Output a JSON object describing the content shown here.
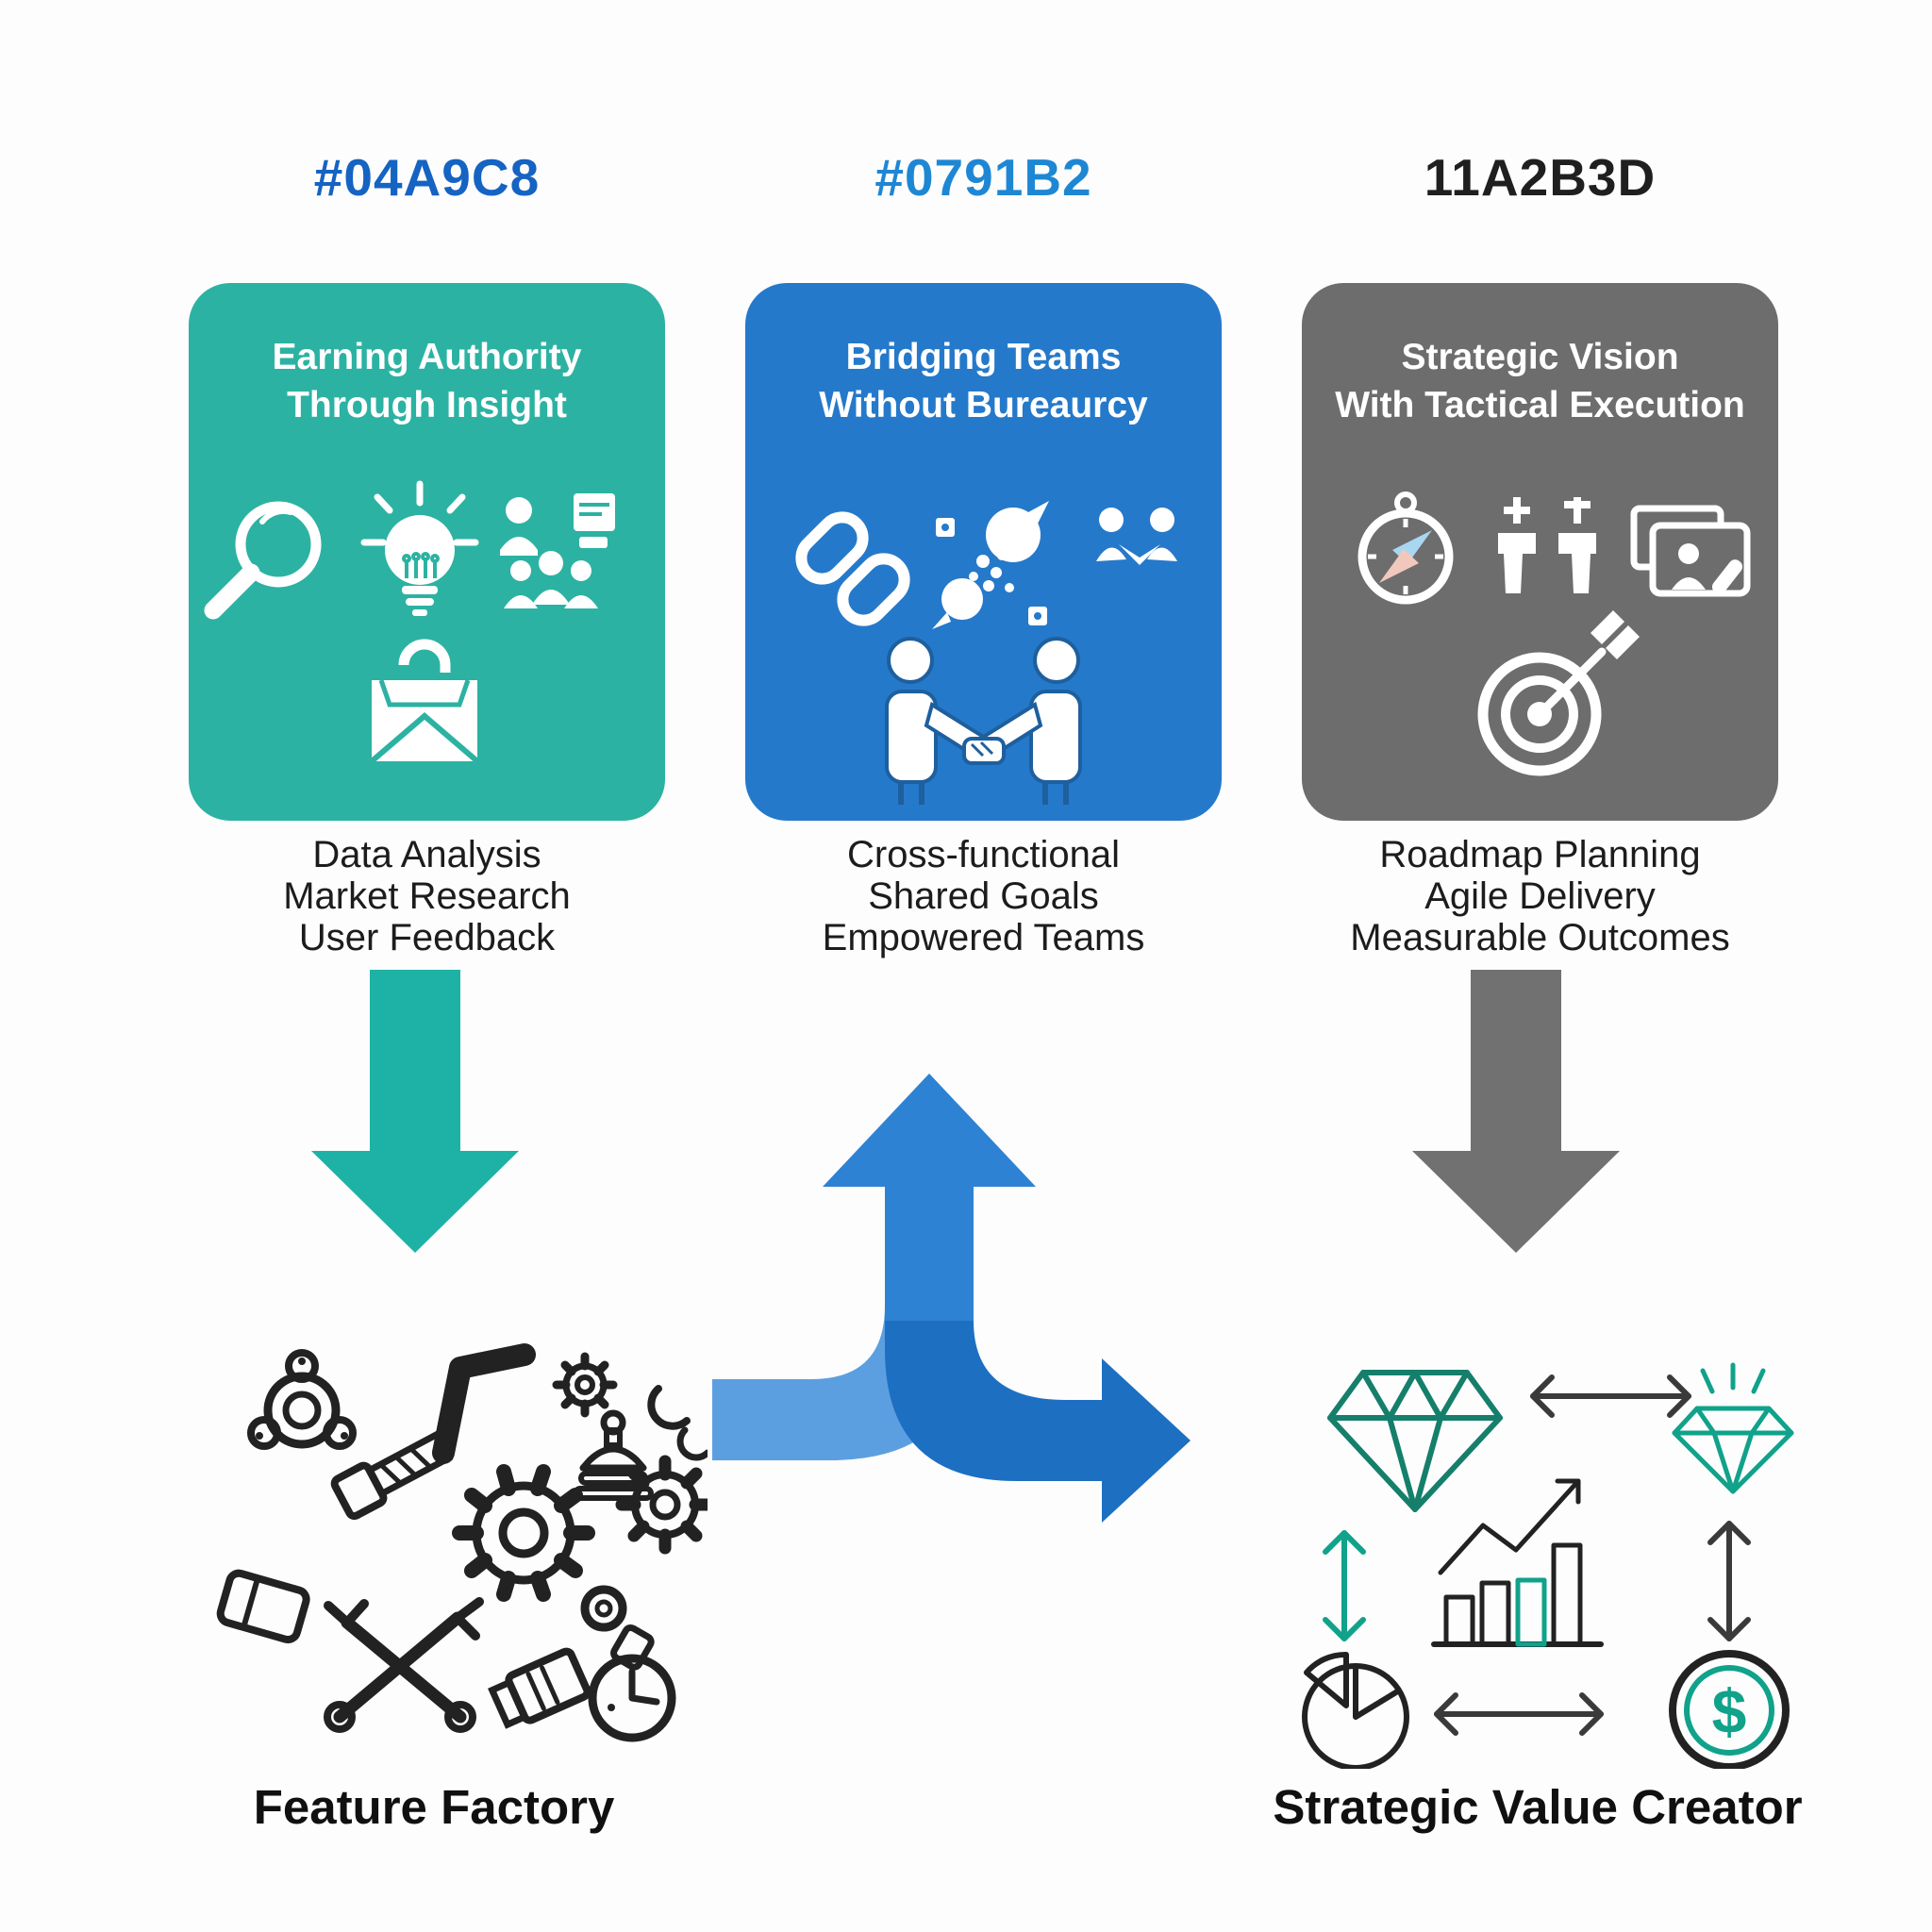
{
  "columns": [
    {
      "hex_label": "#04A9C8",
      "hex_label_color": "#1563C2",
      "card_title_lines": [
        "Earning Authority",
        "Through Insight"
      ],
      "card_bg": "#2CB2A2",
      "card_icons": [
        "magnifier-icon",
        "lightbulb-icon",
        "team-research-icon",
        "insight-bag-icon"
      ],
      "bullets": [
        "Data Analysis",
        "Market Research",
        "User Feedback"
      ],
      "down_arrow_color": "#1EB2A6"
    },
    {
      "hex_label": "#0791B2",
      "hex_label_color": "#1E87D4",
      "card_title_lines": [
        "Bridging Teams",
        "Without Bureaurcy"
      ],
      "card_bg": "#2579CA",
      "card_icons": [
        "chain-link-icon",
        "network-burst-icon",
        "handshake-small-icon",
        "partnership-handshake-icon"
      ],
      "bullets": [
        "Cross-functional",
        "Shared Goals",
        "Empowered Teams"
      ]
    },
    {
      "hex_label": "11A2B3D",
      "hex_label_color": "#1f1f1f",
      "card_title_lines": [
        "Strategic Vision",
        "With Tactical Execution"
      ],
      "card_bg": "#6D6D6D",
      "card_icons": [
        "compass-icon",
        "planning-figures-icon",
        "presentation-icon",
        "target-arrow-icon"
      ],
      "bullets": [
        "Roadmap Planning",
        "Agile Delivery",
        "Measurable Outcomes"
      ],
      "down_arrow_color": "#717171"
    }
  ],
  "branch_arrow": {
    "direction": "up-and-right",
    "light_color": "#5C9FE0",
    "mid_color": "#2E82D3",
    "dark_color": "#1D6FC2"
  },
  "outcome_left": {
    "label": "Feature Factory",
    "icons": [
      "knob-icon",
      "allen-key-icon",
      "gear-icon",
      "clip-icon",
      "stamp-icon",
      "bolt-icon",
      "eraser-icon",
      "wrench-icon",
      "battery-icon",
      "pin-tag-icon",
      "clock-icon"
    ]
  },
  "outcome_right": {
    "label": "Strategic Value Creator",
    "icons": [
      "diamond-icon",
      "sparkle-diamond-icon",
      "double-arrow-icon",
      "bar-chart-growth-icon",
      "pie-chart-icon",
      "dollar-coin-icon"
    ],
    "accent_teal": "#10A28A",
    "accent_dark": "#3a3a3a"
  }
}
